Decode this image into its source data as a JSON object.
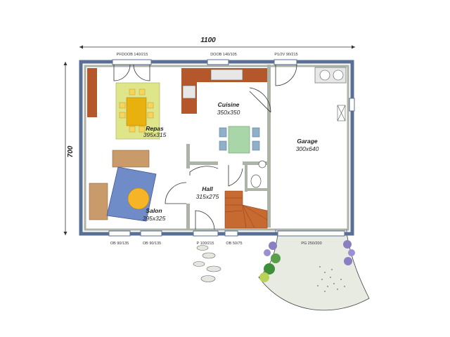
{
  "dimensions": {
    "width": "1100",
    "height": "700"
  },
  "rooms": {
    "repas": {
      "name": "Repas",
      "size": "395x315"
    },
    "salon": {
      "name": "Salon",
      "size": "395x325"
    },
    "cuisine": {
      "name": "Cuisine",
      "size": "350x350"
    },
    "hall": {
      "name": "Hall",
      "size": "315x275"
    },
    "garage": {
      "name": "Garage",
      "size": "300x640"
    }
  },
  "openings_top": [
    "PFDOOB 140/215",
    "DOOB 140/105",
    "P1/2V 90/215"
  ],
  "openings_bottom": [
    "OB 90/135",
    "OB 90/135",
    "P 100/215",
    "OB 50/75",
    "PG 250/200"
  ],
  "colors": {
    "wall": "#5a6f95",
    "wall_inner": "#aeb3a8",
    "counter": "#b4572a",
    "dining_rug": "#dfe68a",
    "table": "#e8b10e",
    "chair": "#f6d55a",
    "sofa": "#c99a6a",
    "living_rug": "#6f8bc8",
    "coffee_table": "#f5b526",
    "kitchen_table": "#a8d6a8",
    "kitchen_chair": "#8fb0c8",
    "stair": "#c76a32",
    "paving": "#e8ebe2",
    "plants": "#8a7fc2"
  }
}
